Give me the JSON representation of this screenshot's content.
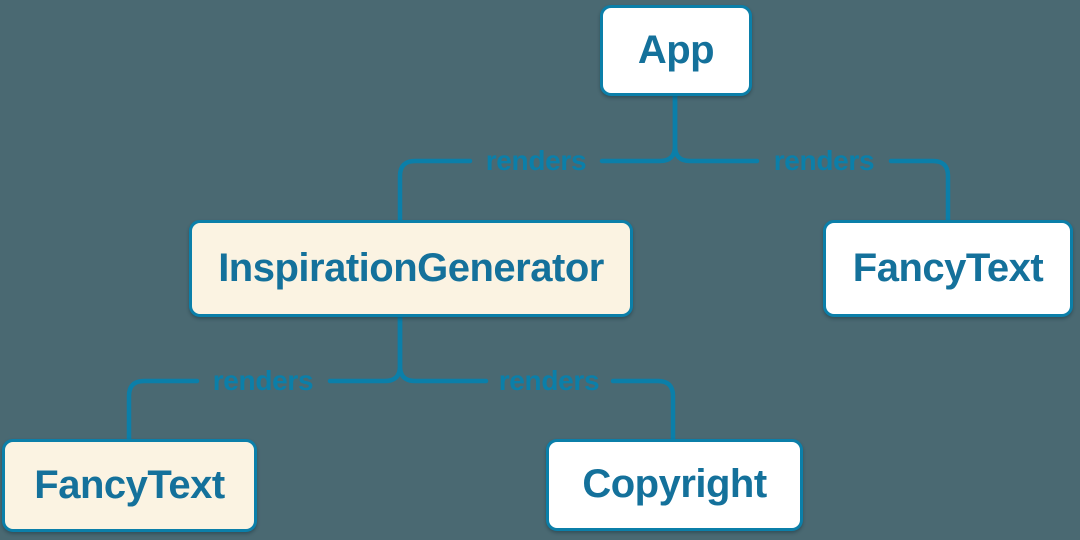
{
  "colors": {
    "bg": "#4A6972",
    "line": "#0B7FA9",
    "text": "#14719B",
    "cream": "#FBF3E2",
    "white": "#FFFFFF"
  },
  "nodes": {
    "app": {
      "label": "App",
      "variant": "white"
    },
    "inspiration_generator": {
      "label": "InspirationGenerator",
      "variant": "cream"
    },
    "fancy_text_top": {
      "label": "FancyText",
      "variant": "white"
    },
    "fancy_text_bottom": {
      "label": "FancyText",
      "variant": "cream"
    },
    "copyright": {
      "label": "Copyright",
      "variant": "white"
    }
  },
  "edges": [
    {
      "from": "App",
      "to": "InspirationGenerator",
      "label": "renders"
    },
    {
      "from": "App",
      "to": "FancyText",
      "label": "renders"
    },
    {
      "from": "InspirationGenerator",
      "to": "FancyText",
      "label": "renders"
    },
    {
      "from": "InspirationGenerator",
      "to": "Copyright",
      "label": "renders"
    }
  ]
}
